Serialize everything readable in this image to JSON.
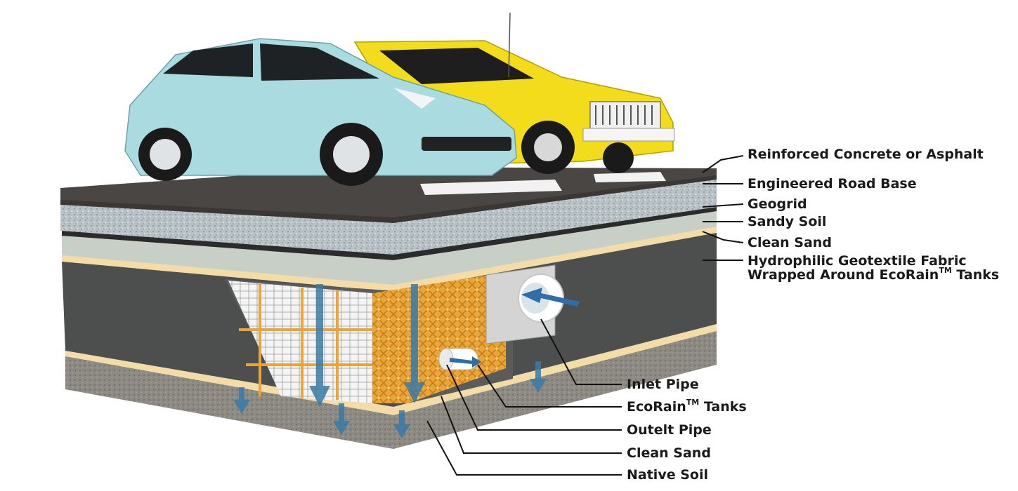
{
  "labels_right": {
    "concrete": "Reinforced Concrete or Asphalt",
    "road_base": "Engineered Road Base",
    "geogrid": "Geogrid",
    "sandy_soil": "Sandy Soil",
    "clean_sand": "Clean Sand",
    "fabric_line1": "Hydrophilic Geotextile Fabric",
    "fabric_line2_pre": "Wrapped Around EcoRain",
    "fabric_line2_tm": "TM",
    "fabric_line2_post": " Tanks"
  },
  "labels_bottom": {
    "inlet_pipe": "Inlet Pipe",
    "tanks_pre": "EcoRain",
    "tanks_tm": "TM",
    "tanks_post": " Tanks",
    "outlet_pipe": "Outelt Pipe",
    "clean_sand": "Clean Sand",
    "native_soil": "Native Soil"
  },
  "colors": {
    "asphalt": "#4a4644",
    "road_base": "#b9c3c7",
    "clean_sand": "#f3dca8",
    "fabric": "#4d4e4e",
    "native_soil": "#8d8a84",
    "tank_orange": "#e9a53a",
    "water_arrow": "#3a7aa6",
    "car_blue": "#a9dbe0",
    "car_yellow": "#f2dc1b"
  }
}
